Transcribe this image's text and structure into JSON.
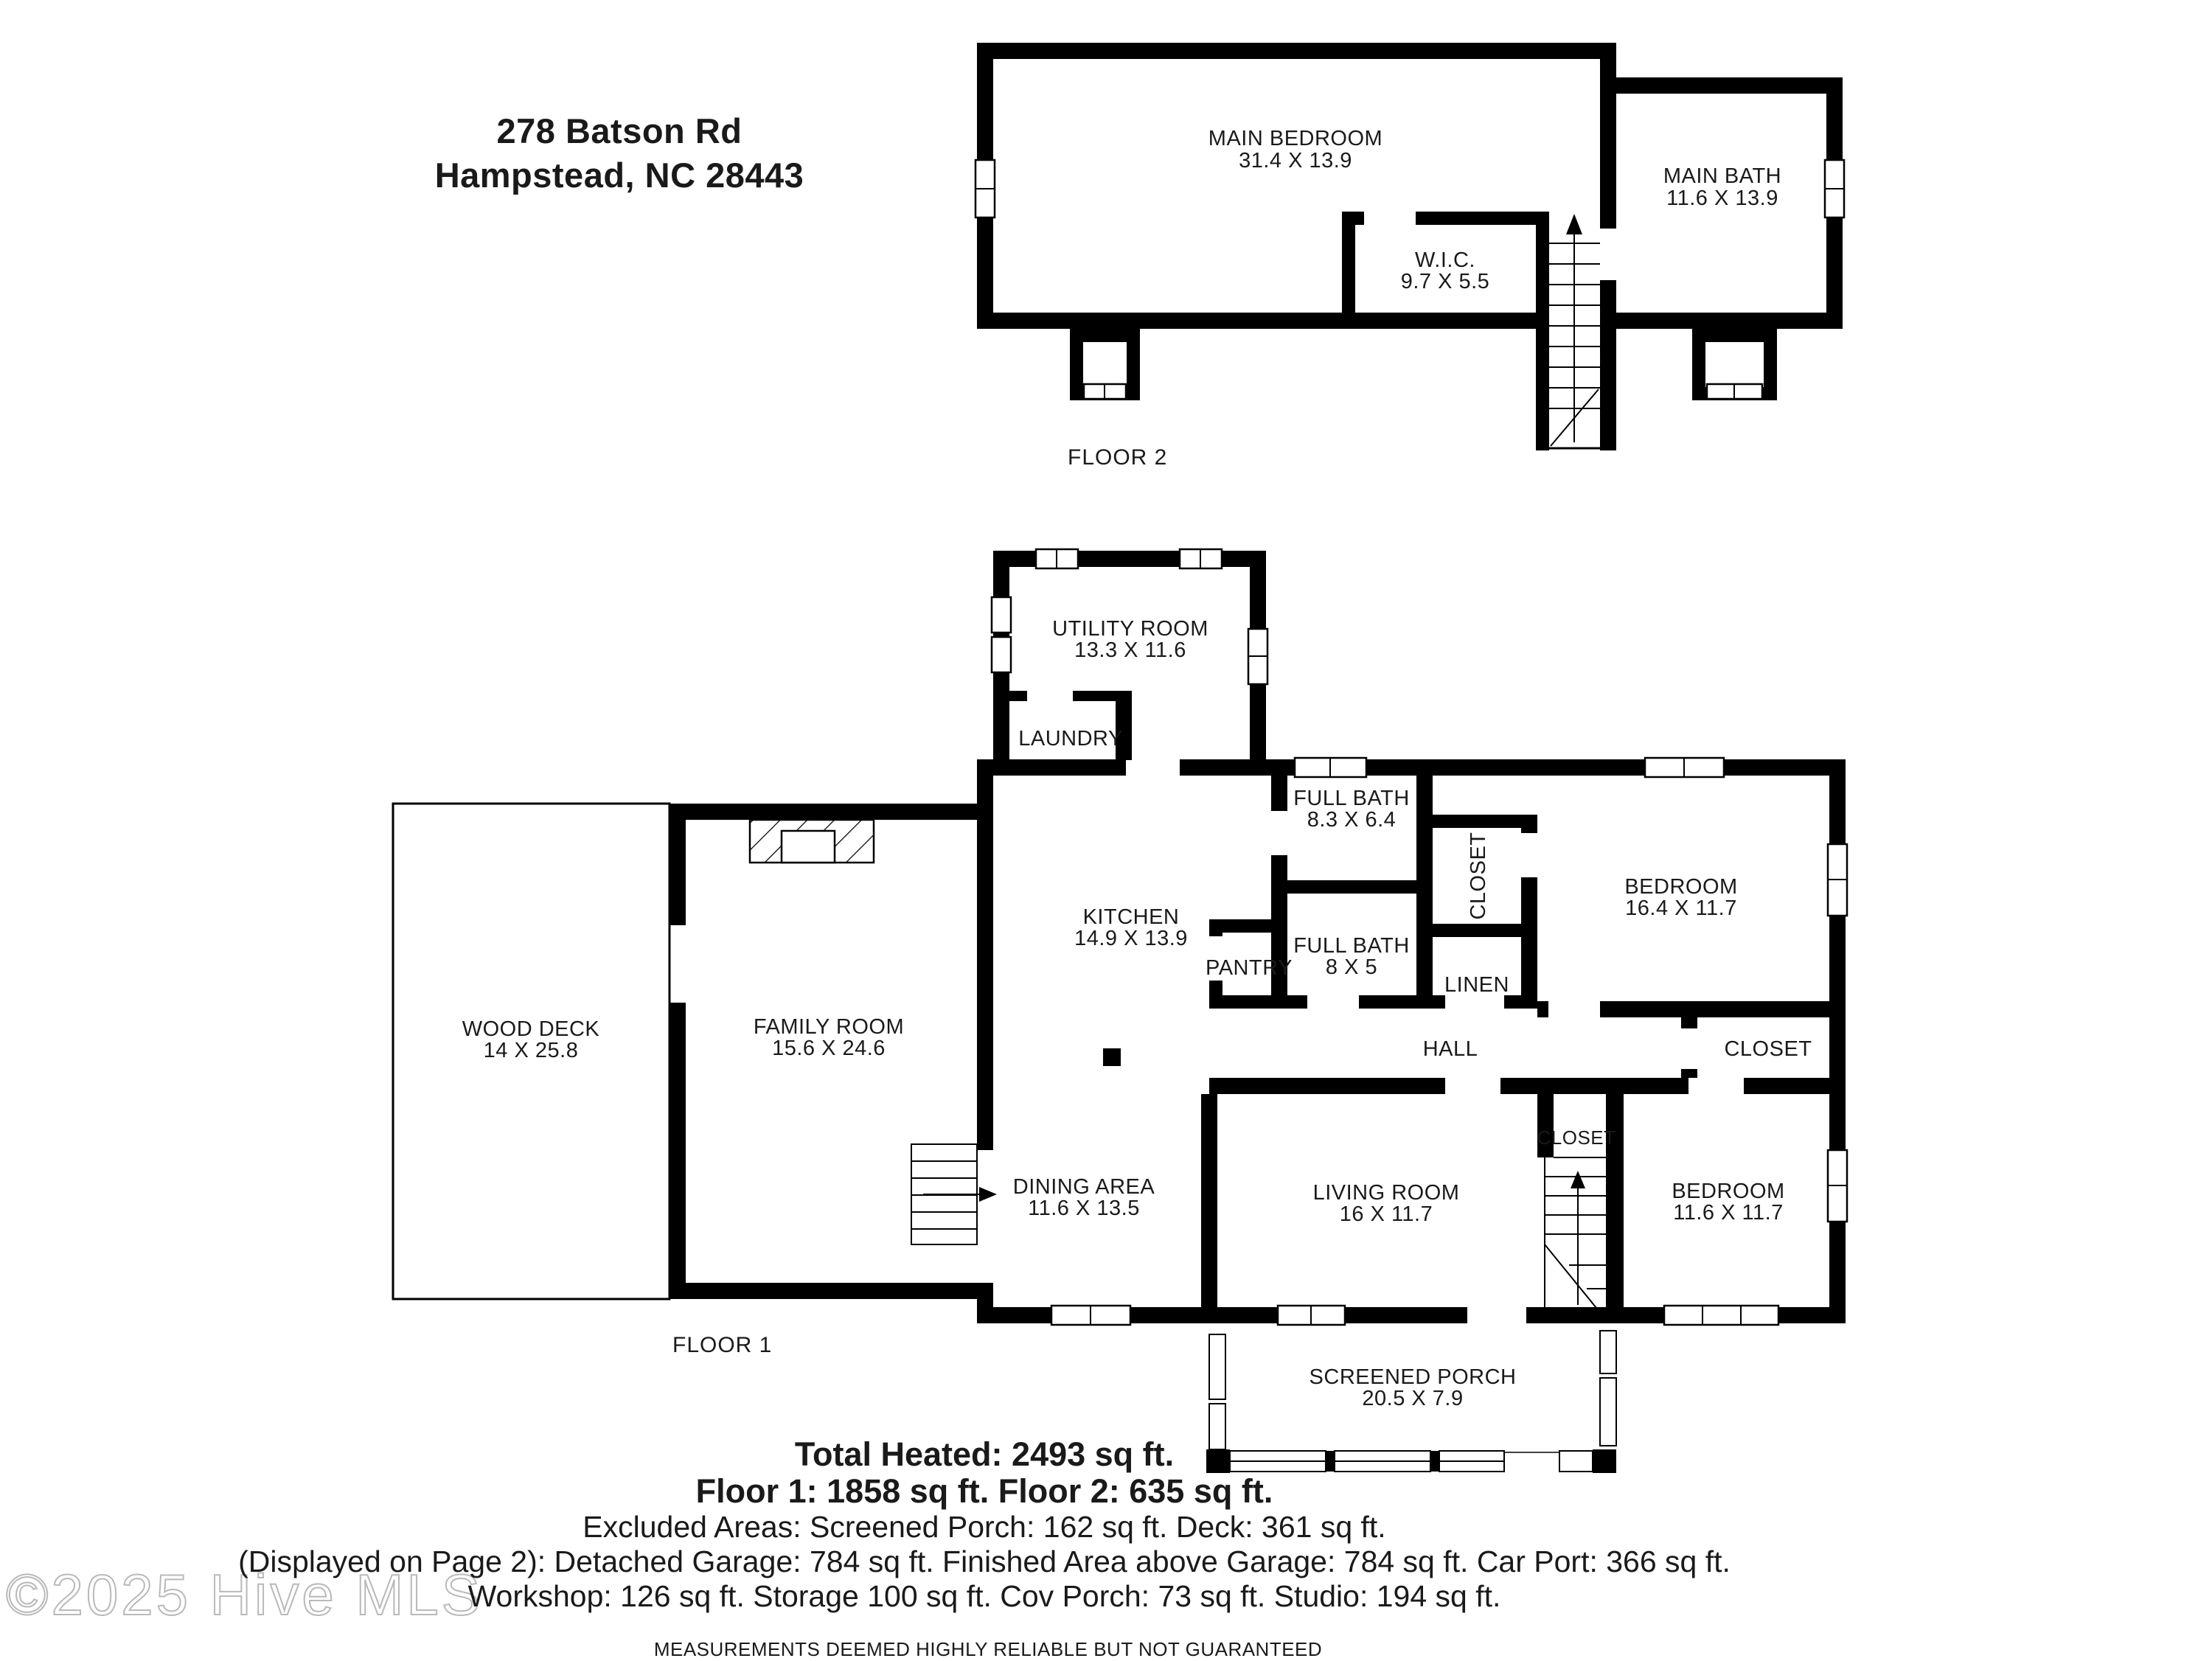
{
  "address": {
    "line1": "278 Batson Rd",
    "line2": "Hampstead, NC 28443"
  },
  "floor2": {
    "label": "FLOOR 2",
    "main_bedroom": {
      "name": "MAIN BEDROOM",
      "dims": "31.4 X 13.9"
    },
    "main_bath": {
      "name": "MAIN BATH",
      "dims": "11.6 X 13.9"
    },
    "wic": {
      "name": "W.I.C.",
      "dims": "9.7 X 5.5"
    }
  },
  "floor1": {
    "label": "FLOOR 1",
    "utility_room": {
      "name": "UTILITY ROOM",
      "dims": "13.3 X 11.6"
    },
    "laundry": {
      "name": "LAUNDRY"
    },
    "kitchen": {
      "name": "KITCHEN",
      "dims": "14.9 X 13.9"
    },
    "pantry": {
      "name": "PANTRY"
    },
    "full_bath_upper": {
      "name": "FULL BATH",
      "dims": "8.3 X 6.4"
    },
    "full_bath_lower": {
      "name": "FULL BATH",
      "dims": "8 X 5"
    },
    "closet_hall": {
      "name": "CLOSET"
    },
    "bedroom_upper": {
      "name": "BEDROOM",
      "dims": "16.4 X 11.7"
    },
    "linen": {
      "name": "LINEN"
    },
    "hall": {
      "name": "HALL"
    },
    "closet_bedroom": {
      "name": "CLOSET"
    },
    "wood_deck": {
      "name": "WOOD DECK",
      "dims": "14 X 25.8"
    },
    "family_room": {
      "name": "FAMILY ROOM",
      "dims": "15.6 X 24.6"
    },
    "dining_area": {
      "name": "DINING AREA",
      "dims": "11.6 X 13.5"
    },
    "living_room": {
      "name": "LIVING ROOM",
      "dims": "16 X 11.7"
    },
    "closet_stairs": {
      "name": "CLOSET"
    },
    "bedroom_lower": {
      "name": "BEDROOM",
      "dims": "11.6 X 11.7"
    },
    "screened_porch": {
      "name": "SCREENED PORCH",
      "dims": "20.5 X 7.9"
    }
  },
  "summary": {
    "line1": "Total Heated: 2493 sq ft.",
    "line2": "Floor 1: 1858 sq ft. Floor 2: 635 sq ft.",
    "line3": "Excluded Areas: Screened Porch: 162 sq ft. Deck: 361 sq ft.",
    "line4": "(Displayed on Page 2): Detached Garage: 784 sq ft. Finished Area above Garage: 784 sq ft. Car Port: 366 sq ft.",
    "line5": "Workshop: 126 sq ft. Storage 100 sq ft. Cov Porch: 73 sq ft. Studio: 194 sq ft."
  },
  "disclaimer": "MEASUREMENTS DEEMED HIGHLY RELIABLE BUT NOT GUARANTEED",
  "watermark": "©2025 Hive MLS",
  "colors": {
    "wall": "#000000",
    "background": "#ffffff",
    "watermark_outline": "#b9b9b9",
    "text": "#1a1a1a"
  }
}
